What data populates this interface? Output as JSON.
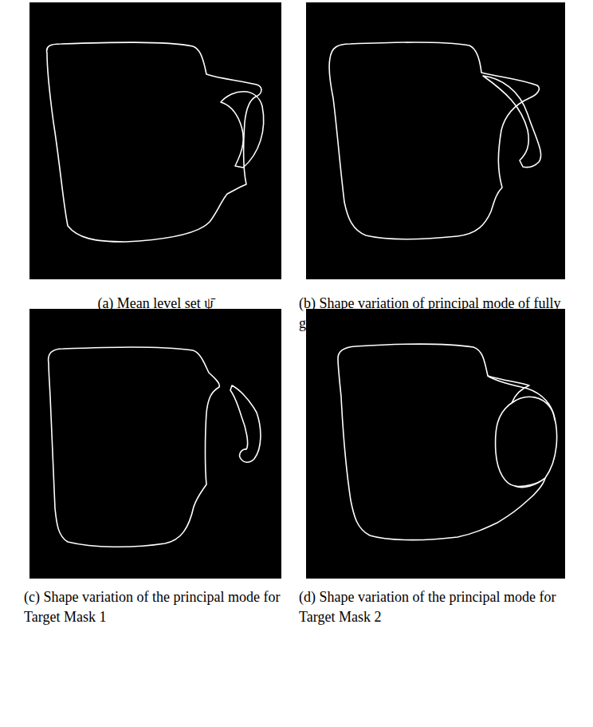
{
  "diagram": {
    "labels": [
      "(a) Mean level set ψ̄",
      "(b) Shape variation of principal mode of fully global PCA",
      "(c) Shape variation of the principal mode for Target Mask 1",
      "(d) Shape variation of the principal mode for Target Mask 2"
    ]
  }
}
